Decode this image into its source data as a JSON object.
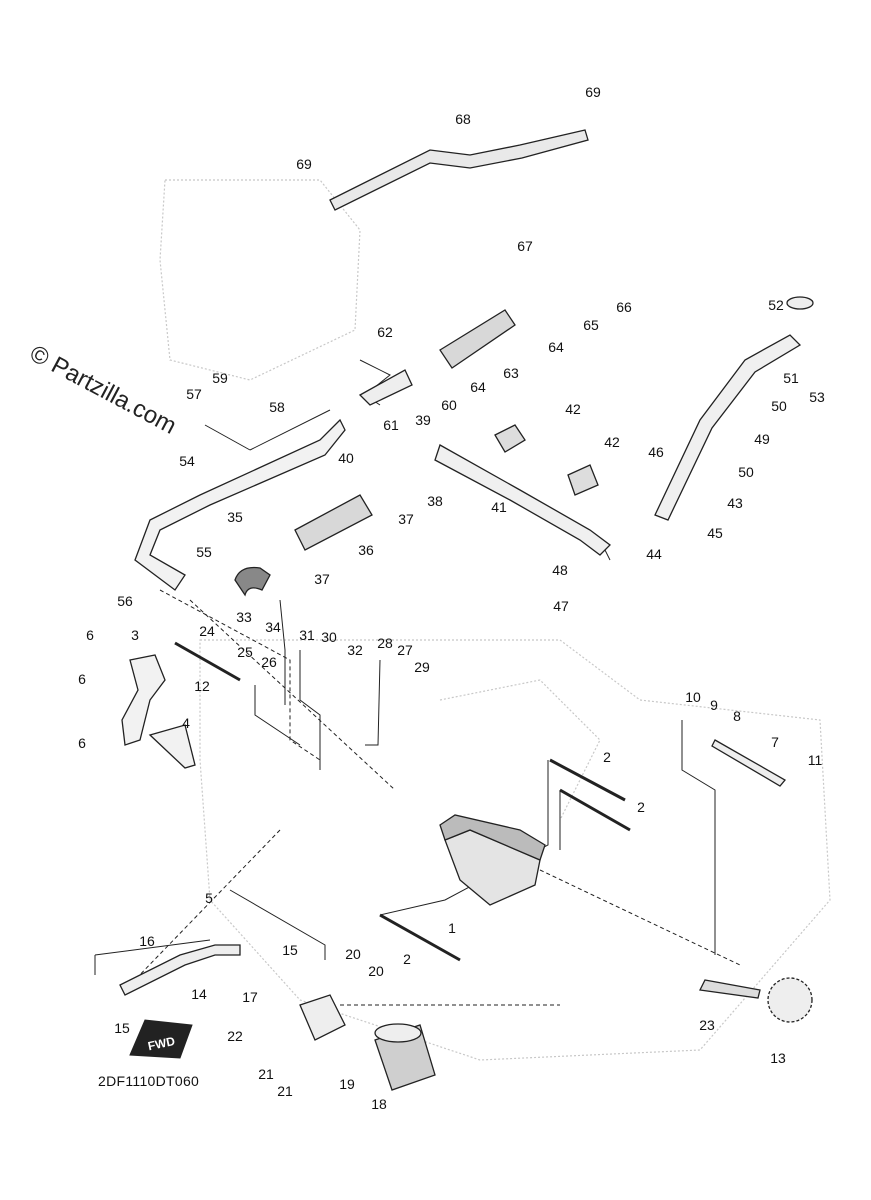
{
  "watermark": "© Partzilla.com",
  "diagram_code": "2DF1110DT060",
  "fwd_label": "FWD",
  "callouts": [
    "1",
    "2",
    "2",
    "2",
    "3",
    "4",
    "5",
    "6",
    "6",
    "6",
    "7",
    "8",
    "9",
    "10",
    "11",
    "12",
    "13",
    "14",
    "15",
    "15",
    "16",
    "17",
    "18",
    "19",
    "20",
    "20",
    "21",
    "21",
    "22",
    "23",
    "24",
    "25",
    "26",
    "27",
    "28",
    "29",
    "30",
    "31",
    "32",
    "33",
    "34",
    "35",
    "36",
    "37",
    "37",
    "38",
    "39",
    "40",
    "41",
    "42",
    "42",
    "43",
    "44",
    "45",
    "46",
    "47",
    "48",
    "49",
    "50",
    "50",
    "51",
    "52",
    "53",
    "54",
    "55",
    "56",
    "57",
    "58",
    "59",
    "60",
    "61",
    "62",
    "63",
    "64",
    "64",
    "65",
    "66",
    "67",
    "68",
    "69",
    "69"
  ]
}
